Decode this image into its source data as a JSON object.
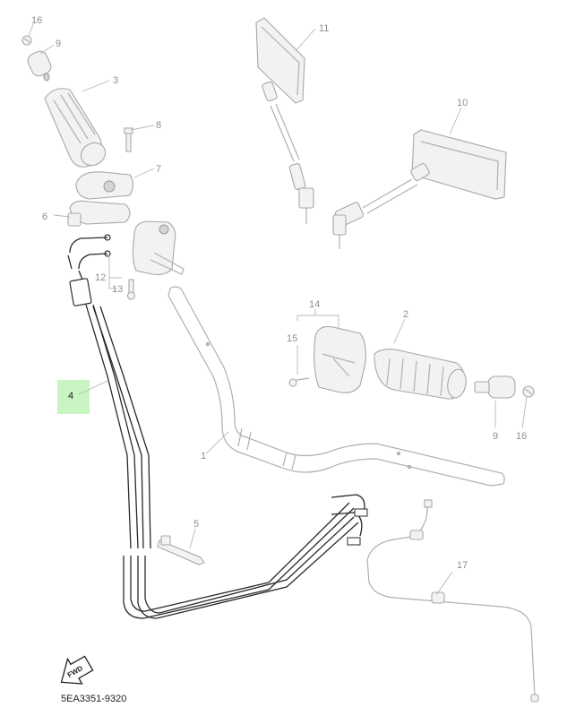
{
  "diagram": {
    "highlight_color": "#c8f5c2",
    "callouts": [
      {
        "id": "16a",
        "text": "16"
      },
      {
        "id": "9a",
        "text": "9"
      },
      {
        "id": "3",
        "text": "3"
      },
      {
        "id": "8",
        "text": "8"
      },
      {
        "id": "7",
        "text": "7"
      },
      {
        "id": "6",
        "text": "6"
      },
      {
        "id": "12",
        "text": "12"
      },
      {
        "id": "13",
        "text": "13"
      },
      {
        "id": "11",
        "text": "11"
      },
      {
        "id": "10",
        "text": "10"
      },
      {
        "id": "14",
        "text": "14"
      },
      {
        "id": "15",
        "text": "15"
      },
      {
        "id": "2",
        "text": "2"
      },
      {
        "id": "9b",
        "text": "9"
      },
      {
        "id": "16b",
        "text": "16"
      },
      {
        "id": "1",
        "text": "1"
      },
      {
        "id": "5",
        "text": "5"
      },
      {
        "id": "17",
        "text": "17"
      },
      {
        "id": "4",
        "text": "4",
        "highlighted": true
      }
    ],
    "fwd_label": "FWD",
    "diagram_code": "5EA3351-9320"
  }
}
